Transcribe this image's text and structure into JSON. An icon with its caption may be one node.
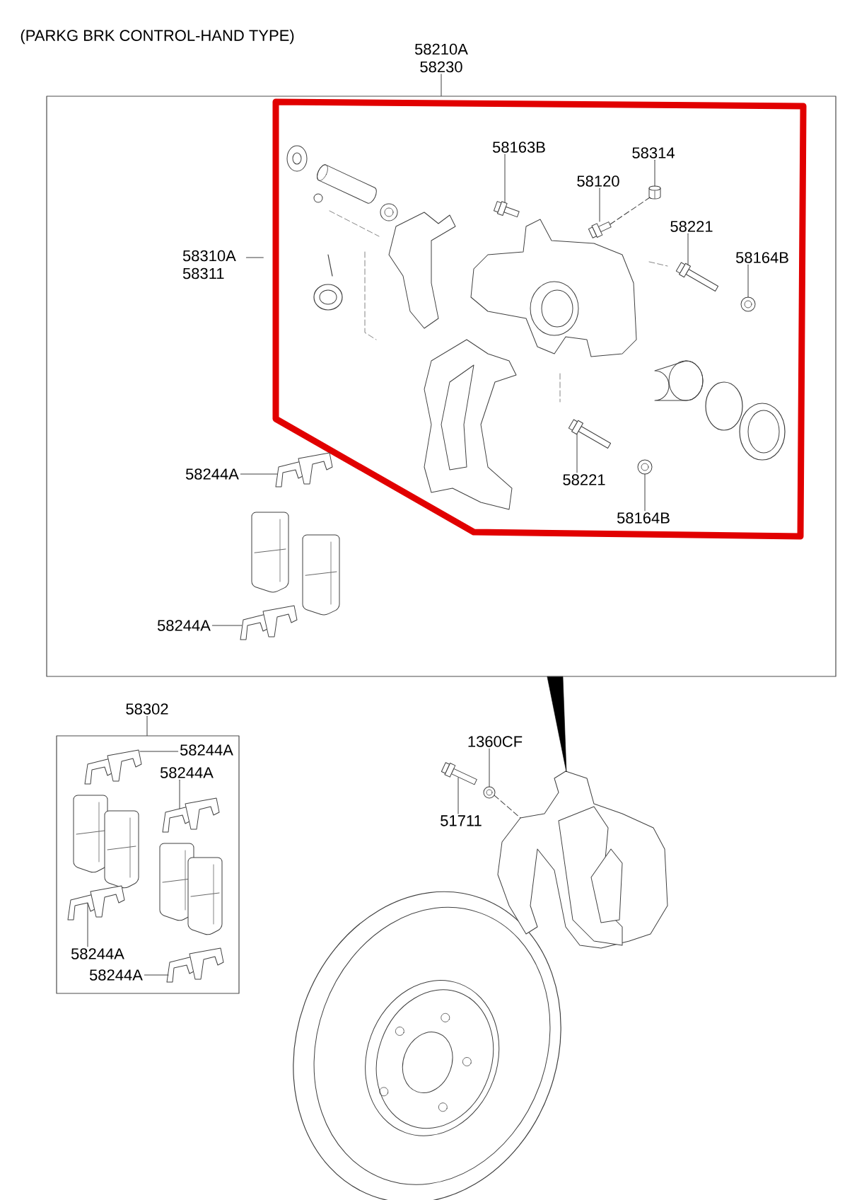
{
  "diagram": {
    "title": "(PARKG BRK CONTROL-HAND TYPE)",
    "nodes": [
      {
        "text": [
          "58210A 58230"
        ]
      },
      {
        "text": [],
        "shape": "box"
      },
      {
        "text": [
          "58163B"
        ],
        "in": 1
      },
      {
        "text": [
          "58314"
        ],
        "in": 1
      },
      {
        "text": [
          "58120"
        ],
        "in": 1
      },
      {
        "text": [
          "58310A 58311"
        ],
        "in": 1
      },
      {
        "text": [
          "58221"
        ],
        "in": 1
      },
      {
        "text": [
          "58164B"
        ],
        "in": 1
      },
      {
        "text": [
          "58221"
        ],
        "in": 1
      },
      {
        "text": [
          "58244A"
        ],
        "in": 1
      },
      {
        "text": [
          "58164B"
        ],
        "in": 1
      },
      {
        "text": [
          "58244A"
        ],
        "in": 1
      },
      {
        "text": [
          "58302"
        ]
      },
      {
        "text": [],
        "shape": "box"
      },
      {
        "text": [
          "58244A"
        ],
        "in": 13
      },
      {
        "text": [
          "58244A"
        ],
        "in": 13
      },
      {
        "text": [
          "1360CF"
        ]
      },
      {
        "text": [
          "51711"
        ]
      },
      {
        "text": [
          "58244A"
        ],
        "in": 13
      },
      {
        "text": [
          "58244A"
        ],
        "in": 13
      },
      {
        "text": [],
        "shape": "picture",
        "in": 1
      },
      {
        "text": [],
        "shape": "picture",
        "in": 1
      },
      {
        "text": [],
        "shape": "picture",
        "in": 1
      },
      {
        "text": [],
        "shape": "picture",
        "in": 1
      },
      {
        "text": [],
        "shape": "picture",
        "in": 1
      },
      {
        "text": [],
        "shape": "picture",
        "in": 1
      },
      {
        "text": [],
        "shape": "picture",
        "in": 1
      },
      {
        "text": [],
        "shape": "picture",
        "in": 1
      },
      {
        "text": [],
        "shape": "picture",
        "in": 1
      },
      {
        "text": [],
        "shape": "picture",
        "in": 13
      },
      {
        "text": [],
        "shape": "picture",
        "in": 13
      },
      {
        "text": [],
        "shape": "picture",
        "in": 13
      },
      {
        "text": [],
        "shape": "picture",
        "in": 13
      },
      {
        "text": [],
        "shape": "picture"
      },
      {
        "text": [],
        "shape": "picture"
      },
      {
        "text": [],
        "shape": "picture"
      }
    ],
    "edges": [
      {
        "from": 0,
        "to": 1,
        "arrow": "none"
      },
      {
        "from": 2,
        "to": 20,
        "arrow": "none"
      },
      {
        "from": 3,
        "to": 21,
        "arrow": "none"
      },
      {
        "from": 4,
        "to": 22,
        "arrow": "none"
      },
      {
        "from": 5,
        "to": null,
        "arrow": "none"
      },
      {
        "from": 6,
        "to": 23,
        "arrow": "none"
      },
      {
        "from": 7,
        "to": 24,
        "arrow": "none"
      },
      {
        "from": 8,
        "to": 25,
        "arrow": "none"
      },
      {
        "from": 9,
        "to": 26,
        "arrow": "none"
      },
      {
        "from": 10,
        "to": 27,
        "arrow": "none"
      },
      {
        "from": 11,
        "to": 28,
        "arrow": "none"
      },
      {
        "from": 12,
        "to": 13,
        "arrow": "none"
      },
      {
        "from": 14,
        "to": 29,
        "arrow": "none"
      },
      {
        "from": 15,
        "to": 30,
        "arrow": "none"
      },
      {
        "from": 16,
        "to": 33,
        "arrow": "none"
      },
      {
        "from": 17,
        "to": 34,
        "arrow": "none"
      },
      {
        "from": 18,
        "to": 31,
        "arrow": "none"
      },
      {
        "from": 19,
        "to": 32,
        "arrow": "none"
      },
      {
        "from": 1,
        "to": 35,
        "arrow": "to"
      },
      {
        "from": 22,
        "to": 21,
        "arrow": "none",
        "style": "dashed"
      },
      {
        "from": 33,
        "to": 35,
        "arrow": "none",
        "style": "dashed"
      }
    ]
  }
}
